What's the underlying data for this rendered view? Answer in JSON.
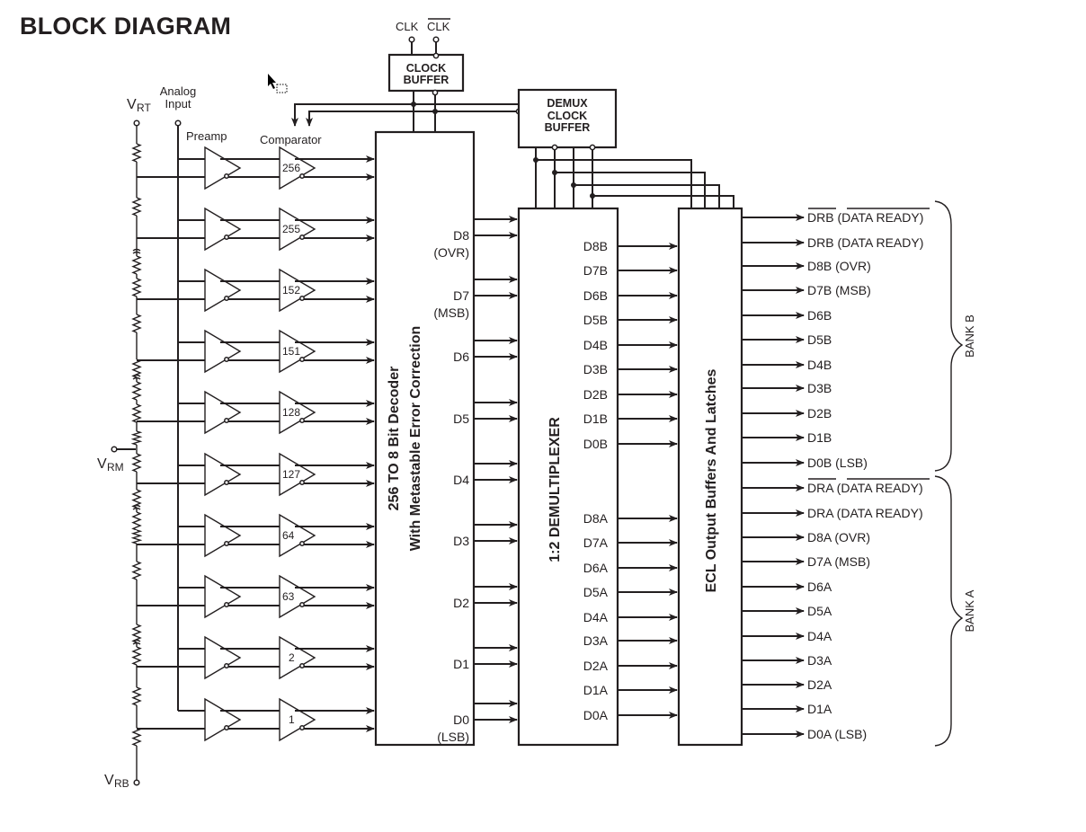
{
  "title": "BLOCK DIAGRAM",
  "inputs": {
    "vrt": {
      "main": "V",
      "sub": "RT"
    },
    "vrm": {
      "main": "V",
      "sub": "RM"
    },
    "vrb": {
      "main": "V",
      "sub": "RB"
    },
    "analog_input": [
      "Analog",
      "Input"
    ],
    "clk": "CLK",
    "clk_bar": "CLK"
  },
  "stage_labels": {
    "preamp": "Preamp",
    "comparator": "Comparator"
  },
  "comparators": [
    "256",
    "255",
    "152",
    "151",
    "128",
    "127",
    "64",
    "63",
    "2",
    "1"
  ],
  "blocks": {
    "clock_buffer": [
      "CLOCK",
      "BUFFER"
    ],
    "demux_clock_buffer": [
      "DEMUX",
      "CLOCK",
      "BUFFER"
    ],
    "decoder": [
      "256  TO 8 Bit Decoder",
      "With Metastable Error Correction"
    ],
    "demux": "1:2 DEMULTIPLEXER",
    "ecl": "ECL Output Buffers And Latches"
  },
  "decoder_outputs": [
    {
      "name": "D8",
      "note": "(OVR)"
    },
    {
      "name": "D7",
      "note": "(MSB)"
    },
    {
      "name": "D6",
      "note": ""
    },
    {
      "name": "D5",
      "note": ""
    },
    {
      "name": "D4",
      "note": ""
    },
    {
      "name": "D3",
      "note": ""
    },
    {
      "name": "D2",
      "note": ""
    },
    {
      "name": "D1",
      "note": ""
    },
    {
      "name": "D0",
      "note": "(LSB)"
    }
  ],
  "demux_outputs_b": [
    "D8B",
    "D7B",
    "D6B",
    "D5B",
    "D4B",
    "D3B",
    "D2B",
    "D1B",
    "D0B"
  ],
  "demux_outputs_a": [
    "D8A",
    "D7A",
    "D6A",
    "D5A",
    "D4A",
    "D3A",
    "D2A",
    "D1A",
    "D0A"
  ],
  "bank_b_outputs": [
    {
      "name": "DRB",
      "note": "(DATA READY)",
      "overbar": true
    },
    {
      "name": "DRB",
      "note": "(DATA READY)",
      "overbar": false
    },
    {
      "name": "D8B",
      "note": "(OVR)",
      "overbar": false
    },
    {
      "name": "D7B",
      "note": "(MSB)",
      "overbar": false
    },
    {
      "name": "D6B",
      "note": "",
      "overbar": false
    },
    {
      "name": "D5B",
      "note": "",
      "overbar": false
    },
    {
      "name": "D4B",
      "note": "",
      "overbar": false
    },
    {
      "name": "D3B",
      "note": "",
      "overbar": false
    },
    {
      "name": "D2B",
      "note": "",
      "overbar": false
    },
    {
      "name": "D1B",
      "note": "",
      "overbar": false
    },
    {
      "name": "D0B",
      "note": "(LSB)",
      "overbar": false
    }
  ],
  "bank_a_outputs": [
    {
      "name": "DRA",
      "note": "(DATA READY)",
      "overbar": true
    },
    {
      "name": "DRA",
      "note": "(DATA READY)",
      "overbar": false
    },
    {
      "name": "D8A",
      "note": "(OVR)",
      "overbar": false
    },
    {
      "name": "D7A",
      "note": "(MSB)",
      "overbar": false
    },
    {
      "name": "D6A",
      "note": "",
      "overbar": false
    },
    {
      "name": "D5A",
      "note": "",
      "overbar": false
    },
    {
      "name": "D4A",
      "note": "",
      "overbar": false
    },
    {
      "name": "D3A",
      "note": "",
      "overbar": false
    },
    {
      "name": "D2A",
      "note": "",
      "overbar": false
    },
    {
      "name": "D1A",
      "note": "",
      "overbar": false
    },
    {
      "name": "D0A",
      "note": "(LSB)",
      "overbar": false
    }
  ],
  "banks": {
    "b": "BANK B",
    "a": "BANK A"
  },
  "cursor": {
    "icon": "mouse-pointer-icon"
  }
}
